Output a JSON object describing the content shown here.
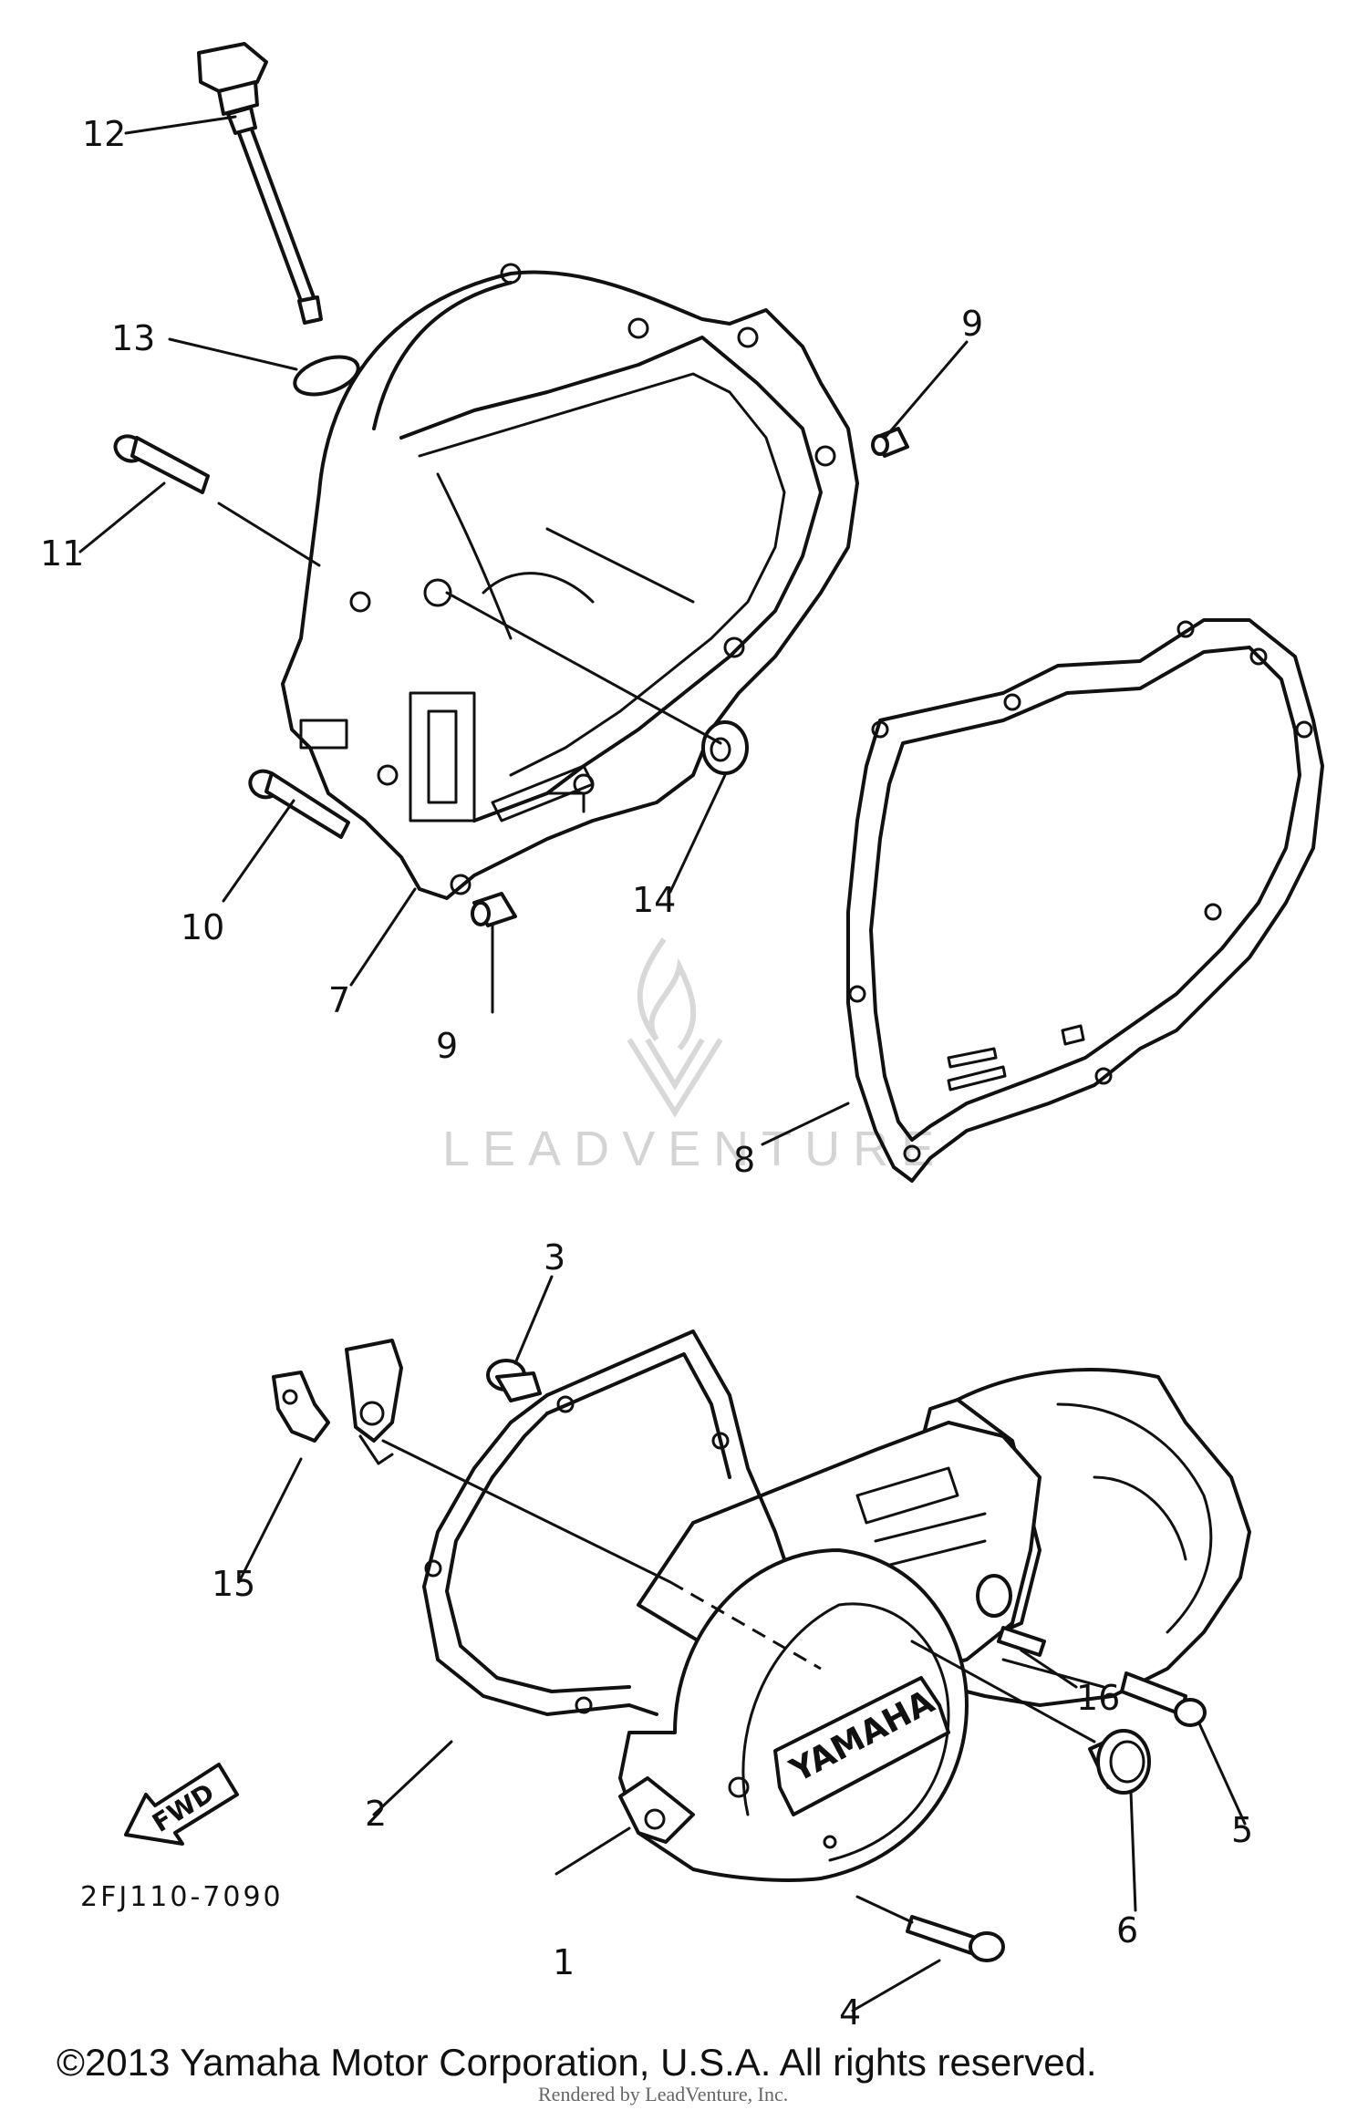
{
  "callouts": [
    {
      "number": "1"
    },
    {
      "number": "2"
    },
    {
      "number": "3"
    },
    {
      "number": "4"
    },
    {
      "number": "5"
    },
    {
      "number": "6"
    },
    {
      "number": "7"
    },
    {
      "number": "8"
    },
    {
      "number": "9"
    },
    {
      "number": "9"
    },
    {
      "number": "10"
    },
    {
      "number": "11"
    },
    {
      "number": "12"
    },
    {
      "number": "13"
    },
    {
      "number": "14"
    },
    {
      "number": "15"
    },
    {
      "number": "16"
    }
  ],
  "cover_logo": "YAMAHA",
  "direction_arrow": "FWD",
  "part_number": "2FJ110-7090",
  "watermark": "LEADVENTURE",
  "copyright": "©2013 Yamaha Motor Corporation, U.S.A. All rights reserved.",
  "small_footer": "Rendered by LeadVenture, Inc."
}
